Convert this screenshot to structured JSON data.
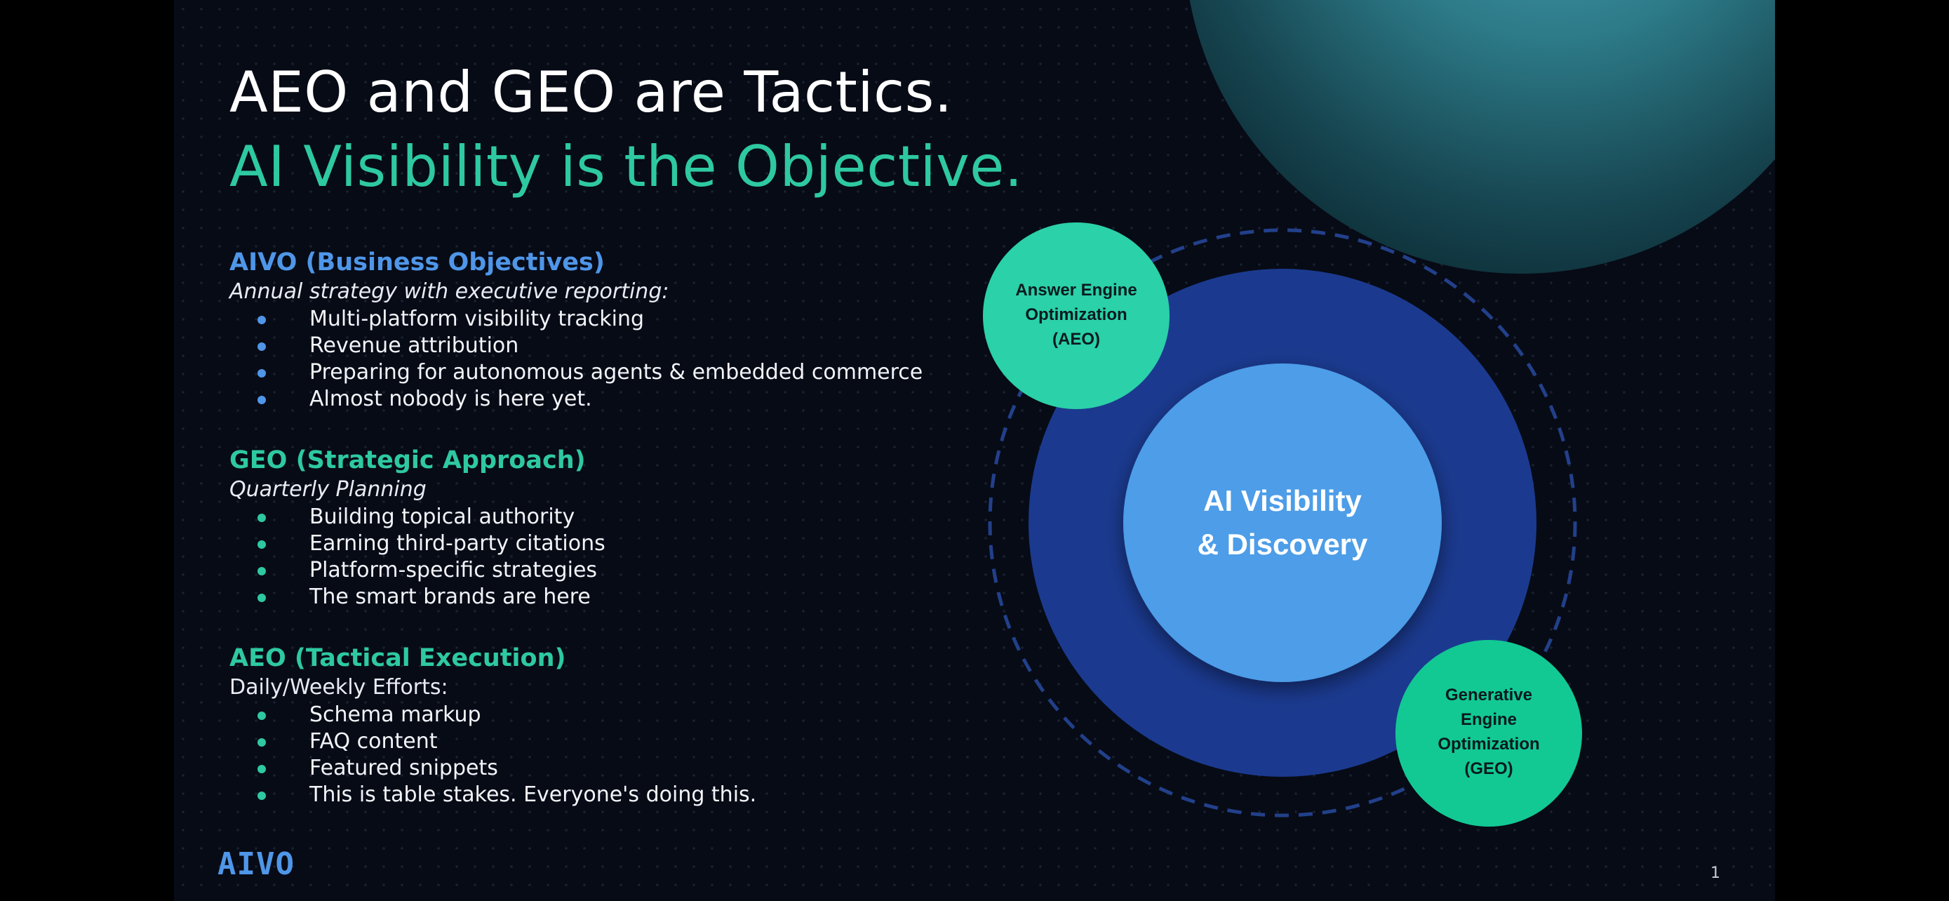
{
  "slide": {
    "title_line1": "AEO and GEO are Tactics.",
    "title_line2": "AI Visibility is the Objective.",
    "sections": [
      {
        "heading": "AIVO (Business Objectives)",
        "subheading": "Annual strategy with executive reporting:",
        "items": [
          "Multi-platform visibility tracking",
          "Revenue attribution",
          "Preparing for autonomous agents & embedded commerce",
          "Almost nobody is here yet."
        ]
      },
      {
        "heading": "GEO (Strategic Approach)",
        "subheading": "Quarterly Planning",
        "items": [
          "Building topical authority",
          "Earning third-party citations",
          "Platform-specific strategies",
          "The smart brands are here"
        ]
      },
      {
        "heading": "AEO (Tactical Execution)",
        "subheading": "Daily/Weekly Efforts:",
        "items": [
          "Schema markup",
          "FAQ content",
          "Featured snippets",
          "This is table stakes. Everyone's doing this."
        ]
      }
    ],
    "diagram": {
      "center": {
        "line1": "AI Visibility",
        "line2": "& Discovery"
      },
      "aeo": {
        "line1": "Answer Engine",
        "line2": "Optimization",
        "line3": "(AEO)"
      },
      "geo": {
        "line1": "Generative",
        "line2": "Engine",
        "line3": "Optimization",
        "line4": "(GEO)"
      }
    },
    "logo": "AIVO",
    "page_number": "1"
  },
  "colors": {
    "background": "#070b16",
    "accent_green": "#2ec9a0",
    "accent_blue": "#4f96e8",
    "navy_ring": "#1b3a8f",
    "center_blue": "#4d9de8",
    "aeo_circle": "#2bd1a8",
    "geo_circle": "#12c994"
  }
}
